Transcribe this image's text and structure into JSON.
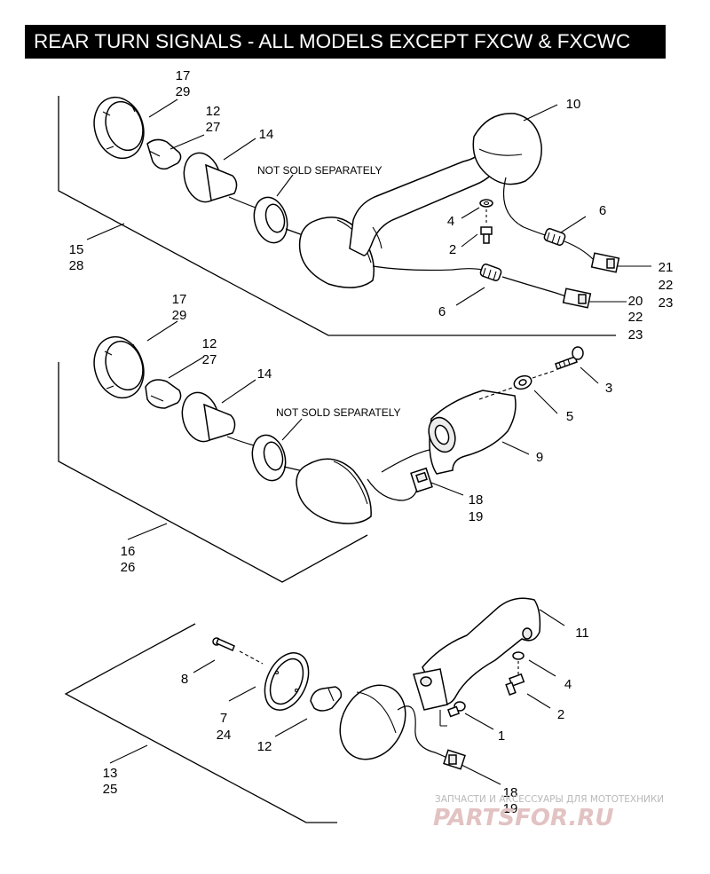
{
  "title": "REAR TURN SIGNALS - ALL MODELS EXCEPT FXCW & FXCWC",
  "notes": {
    "top": "NOT SOLD SEPARATELY",
    "middle": "NOT SOLD SEPARATELY"
  },
  "callouts": {
    "g1": {
      "c17_29": [
        "17",
        "29"
      ],
      "c12_27": [
        "12",
        "27"
      ],
      "c14": "14",
      "c10": "10",
      "c6a": "6",
      "c4": "4",
      "c2": "2",
      "c21_22_23": [
        "21",
        "22",
        "23"
      ],
      "c20_22_23": [
        "20",
        "22",
        "23"
      ],
      "c6b": "6",
      "c15_28": [
        "15",
        "28"
      ]
    },
    "g2": {
      "c17_29": [
        "17",
        "29"
      ],
      "c12_27": [
        "12",
        "27"
      ],
      "c14": "14",
      "c3": "3",
      "c5": "5",
      "c9": "9",
      "c18_19": [
        "18",
        "19"
      ],
      "c16_26": [
        "16",
        "26"
      ]
    },
    "g3": {
      "c8": "8",
      "c11": "11",
      "c4": "4",
      "c2": "2",
      "c7_24": [
        "7",
        "24"
      ],
      "c1": "1",
      "c12": "12",
      "c18_19": [
        "18",
        "19"
      ],
      "c13_25": [
        "13",
        "25"
      ]
    }
  },
  "watermark": {
    "caption": "ЗАПЧАСТИ И АКСЕССУАРЫ ДЛЯ МОТОТЕХНИКИ",
    "logo": "PARTSFOR.RU"
  },
  "colors": {
    "title_bg": "#000000",
    "title_fg": "#ffffff",
    "ink": "#000000",
    "watermark": "#e2c2c2"
  }
}
